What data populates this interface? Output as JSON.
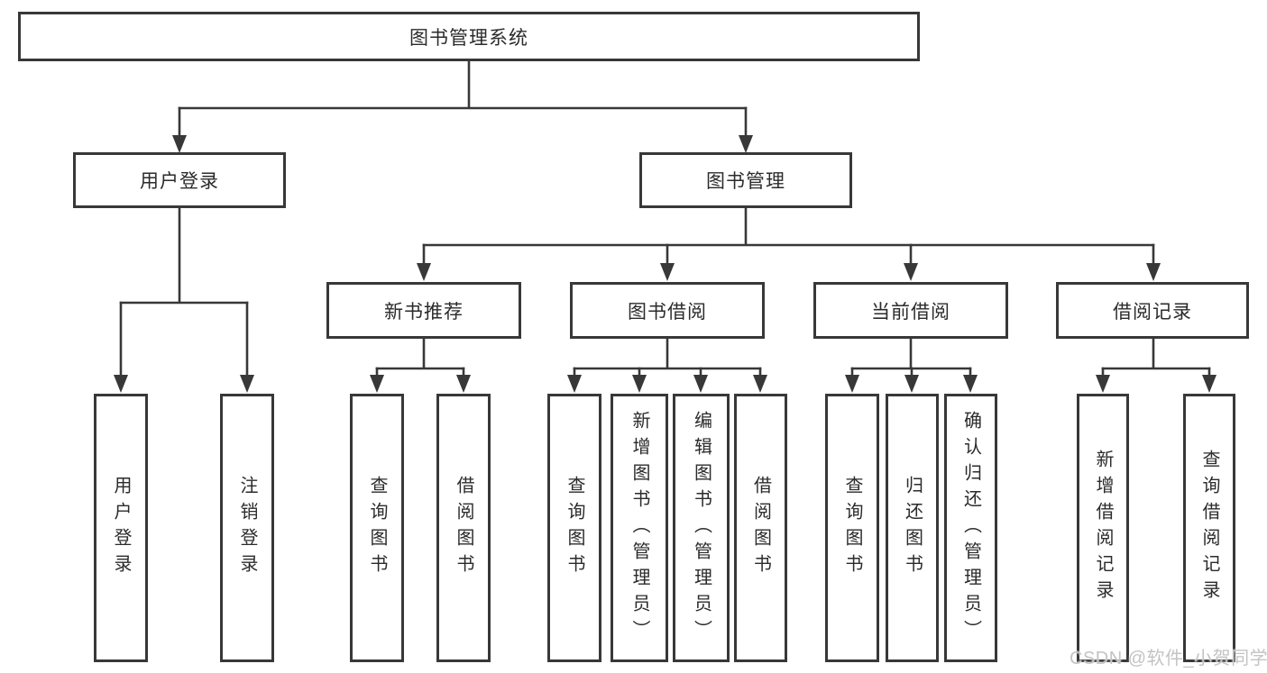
{
  "root": {
    "label": "图书管理系统"
  },
  "user_login": {
    "label": "用户登录",
    "children": [
      {
        "label": "用户登录"
      },
      {
        "label": "注销登录"
      }
    ]
  },
  "book_mgmt": {
    "label": "图书管理",
    "modules": [
      {
        "label": "新书推荐",
        "children": [
          {
            "label": "查询图书"
          },
          {
            "label": "借阅图书"
          }
        ]
      },
      {
        "label": "图书借阅",
        "children": [
          {
            "label": "查询图书"
          },
          {
            "label": "新增图书（管理员）"
          },
          {
            "label": "编辑图书（管理员）"
          },
          {
            "label": "借阅图书"
          }
        ]
      },
      {
        "label": "当前借阅",
        "children": [
          {
            "label": "查询图书"
          },
          {
            "label": "归还图书"
          },
          {
            "label": "确认归还（管理员）"
          }
        ]
      },
      {
        "label": "借阅记录",
        "children": [
          {
            "label": "新增借阅记录"
          },
          {
            "label": "查询借阅记录"
          }
        ]
      }
    ]
  },
  "watermark": {
    "text": "CSDN @软件_小贺同学"
  },
  "colors": {
    "line": "#383838",
    "text": "#2b2b2b",
    "background": "#ffffff",
    "watermark": "#c3c3c3"
  }
}
